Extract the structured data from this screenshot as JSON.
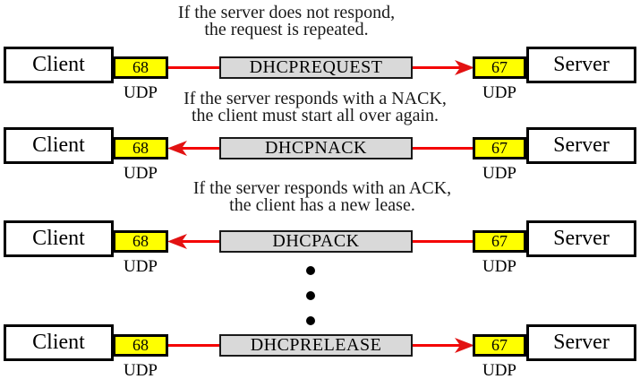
{
  "diagram": {
    "client_label": "Client",
    "server_label": "Server",
    "udp_label": "UDP",
    "client_port": "68",
    "server_port": "67",
    "colors": {
      "port_fill": "#ffff00",
      "message_fill": "#d9d9d9",
      "arrow_red": "#f40404",
      "border": "#000000",
      "background": "#ffffff"
    },
    "rows": [
      {
        "message": "DHCPREQUEST",
        "direction": "client-to-server",
        "caption_line1": "If the server does not respond,",
        "caption_line2": "the request is repeated."
      },
      {
        "message": "DHCPNACK",
        "direction": "server-to-client",
        "caption_line1": "If the server responds with a NACK,",
        "caption_line2": "the client must start all over again."
      },
      {
        "message": "DHCPACK",
        "direction": "server-to-client",
        "caption_line1": "If the server responds with an ACK,",
        "caption_line2": "the client has a new lease."
      },
      {
        "message": "DHCPRELEASE",
        "direction": "client-to-server",
        "caption_line1": "",
        "caption_line2": ""
      }
    ]
  }
}
